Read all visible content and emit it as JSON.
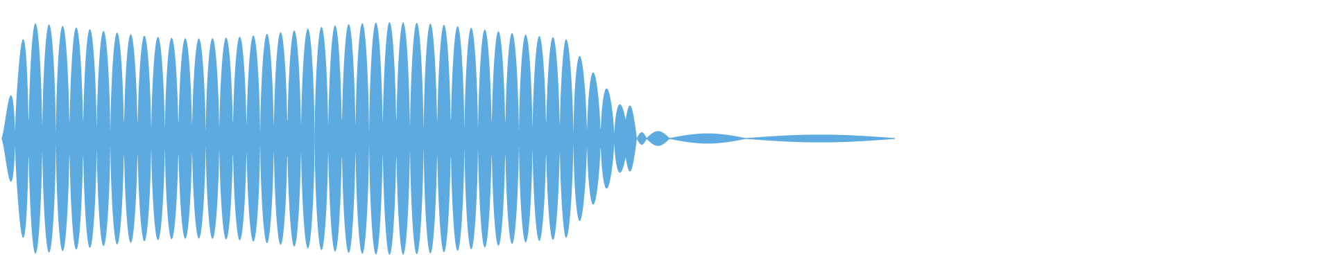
{
  "waveform": {
    "color": "#5DAAE0",
    "background": "#FFFFFF",
    "cycles_in_main_burst": 46,
    "peak_amplitude_fraction": 0.42,
    "decay_bursts": [
      {
        "relative_amplitude": 0.28
      },
      {
        "relative_amplitude": 0.06
      },
      {
        "relative_amplitude": 0.04
      },
      {
        "relative_amplitude": 0.03
      }
    ]
  }
}
